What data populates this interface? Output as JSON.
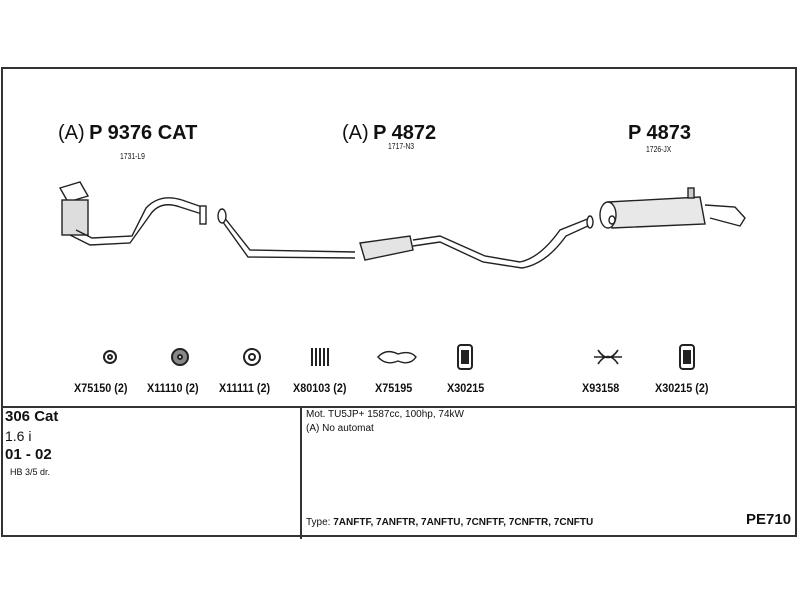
{
  "parts": [
    {
      "prefix": "(A)",
      "number": "P 9376 CAT",
      "code": "1731-L9"
    },
    {
      "prefix": "(A)",
      "number": "P 4872",
      "code": "1717-N3"
    },
    {
      "prefix": "",
      "number": "P 4873",
      "code": "1726-JX"
    }
  ],
  "accessories": [
    "X75150 (2)",
    "X11110 (2)",
    "X11111 (2)",
    "X80103 (2)",
    "X75195",
    "X30215",
    "X93158",
    "X30215 (2)"
  ],
  "vehicle": {
    "model": "306 Cat",
    "engine": "1.6 i",
    "years": "01 - 02",
    "body": "HB 3/5 dr."
  },
  "notes": {
    "motor": "Mot. TU5JP+ 1587cc, 100hp, 74kW",
    "note_a": "(A) No automat",
    "type_label": "Type:",
    "types": "7ANFTF, 7ANFTR, 7ANFTU, 7CNFTF, 7CNFTR, 7CNFTU"
  },
  "diagram_code": "PE710"
}
